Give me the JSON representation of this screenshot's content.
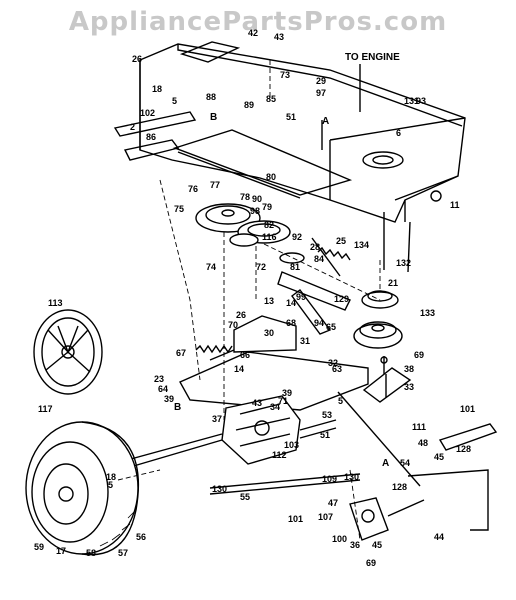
{
  "watermark": "AppliancePartsPros.com",
  "annotations": {
    "to_engine": "TO ENGINE",
    "ref_b_top": "B",
    "ref_b_bottom": "B",
    "ref_a_top": "A",
    "ref_a_bottom": "A"
  },
  "callouts": [
    "26",
    "42",
    "43",
    "88",
    "89",
    "85",
    "73",
    "29",
    "97",
    "18",
    "5",
    "102",
    "86",
    "2",
    "51",
    "6",
    "131",
    "93",
    "80",
    "77",
    "76",
    "90",
    "75",
    "78",
    "98",
    "79",
    "82",
    "116",
    "92",
    "74",
    "28",
    "84",
    "72",
    "25",
    "134",
    "81",
    "21",
    "99",
    "14",
    "13",
    "129",
    "133",
    "94",
    "65",
    "26",
    "70",
    "30",
    "68",
    "31",
    "67",
    "66",
    "32",
    "63",
    "69",
    "38",
    "23",
    "64",
    "39",
    "14",
    "33",
    "37",
    "39",
    "34",
    "43",
    "5",
    "71",
    "53",
    "51",
    "113",
    "117",
    "103",
    "112",
    "111",
    "101",
    "48",
    "45",
    "128",
    "130",
    "55",
    "54",
    "109",
    "47",
    "107",
    "130",
    "128",
    "44",
    "101",
    "100",
    "36",
    "45",
    "69",
    "59",
    "17",
    "58",
    "57",
    "56",
    "18",
    "5",
    "11",
    "132"
  ]
}
